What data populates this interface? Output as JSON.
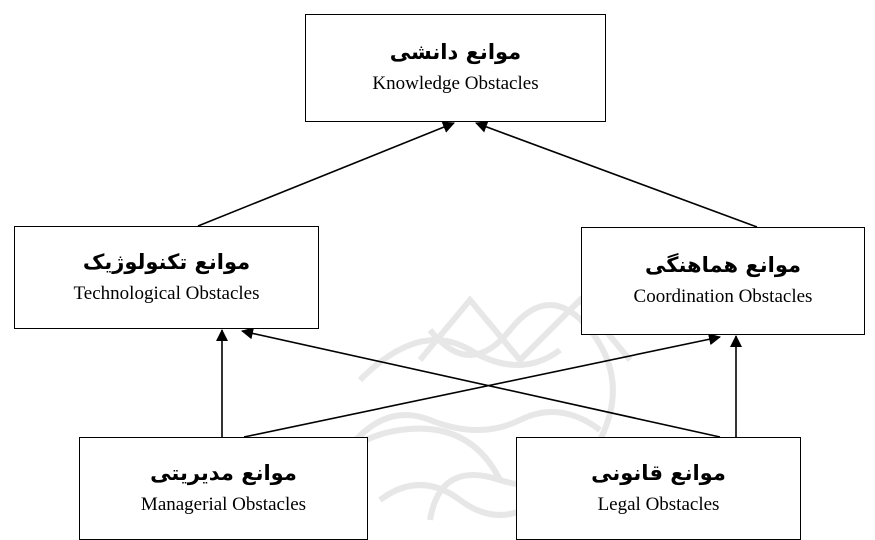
{
  "diagram": {
    "nodes": {
      "knowledge": {
        "fa": "موانع دانشی",
        "en": "Knowledge Obstacles"
      },
      "technological": {
        "fa": "موانع تکنولوژیک",
        "en": "Technological Obstacles"
      },
      "coordination": {
        "fa": "موانع هماهنگی",
        "en": "Coordination Obstacles"
      },
      "managerial": {
        "fa": "موانع مدیریتی",
        "en": "Managerial Obstacles"
      },
      "legal": {
        "fa": "موانع قانونی",
        "en": "Legal Obstacles"
      }
    },
    "edges": [
      {
        "from": "technological",
        "to": "knowledge"
      },
      {
        "from": "coordination",
        "to": "knowledge"
      },
      {
        "from": "managerial",
        "to": "technological"
      },
      {
        "from": "managerial",
        "to": "coordination"
      },
      {
        "from": "legal",
        "to": "technological"
      },
      {
        "from": "legal",
        "to": "coordination"
      }
    ],
    "colors": {
      "line": "#000000",
      "box_border": "#000000",
      "background": "#ffffff",
      "watermark": "#d9d9d9"
    }
  }
}
